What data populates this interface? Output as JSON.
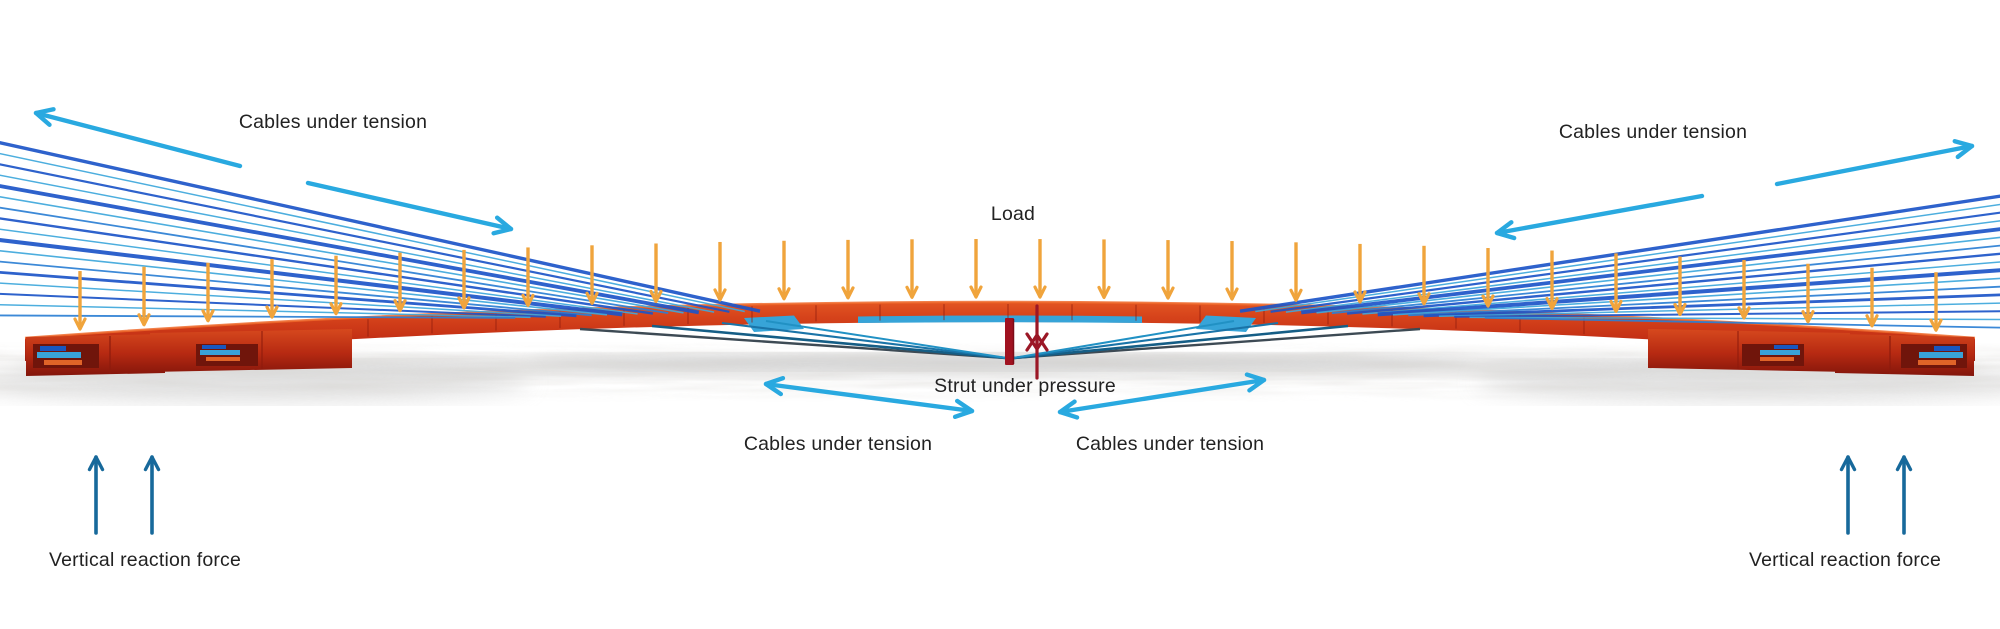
{
  "labels": {
    "cables_top_left": "Cables under tension",
    "cables_top_right": "Cables under tension",
    "load": "Load",
    "strut": "Strut under pressure",
    "cables_bottom_left": "Cables under tension",
    "cables_bottom_right": "Cables under tension",
    "reaction_left": "Vertical reaction force",
    "reaction_right": "Vertical reaction force"
  },
  "diagram": {
    "type": "annotated-force-diagram",
    "load_arrow_count": 30,
    "load_arrow_direction": "down",
    "reaction_arrows_per_side": 2,
    "reaction_arrow_direction": "up",
    "stay_cables_per_side": 17,
    "strut_state": "compression",
    "cable_state": "tension"
  },
  "colors": {
    "annotation_arrow": "#29A9E0",
    "load_arrow": "#F0A43C",
    "cable_royal_blue": "#1D55C8",
    "cable_light_blue": "#3EA8DC",
    "cable_mid_blue": "#2C7FD4",
    "under_cable_dark": "#3D4A54",
    "under_cable_teal": "#155E86",
    "under_cable_teal_mid": "#1A74A8",
    "under_cable_teal_light": "#2191C4",
    "deck_red_top": "#E65A24",
    "deck_red": "#C22E14",
    "deck_red_dark": "#93180C",
    "deck_cyan_stress": "#37A4D8",
    "strut_dark_red": "#A01220",
    "compression_arrow": "#9B1726",
    "reaction_arrow": "#17699B",
    "label_text": "#222222",
    "ground_gray": "#C6C2BC"
  }
}
